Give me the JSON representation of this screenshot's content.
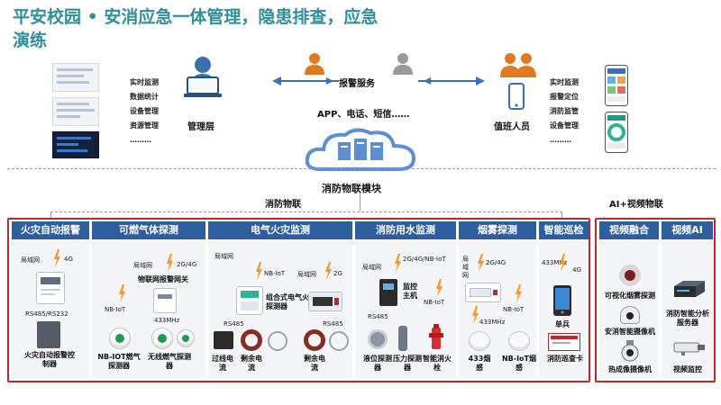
{
  "title": "平安校园 • 安消应急一体管理，隐患排查，应急演练",
  "top": {
    "mgmt_functions": [
      "实时监测",
      "数据统计",
      "设备管理",
      "资源管理",
      "………"
    ],
    "mgmt_label": "管理层",
    "alarm_service": "报警服务",
    "channels": "APP、电话、短信……",
    "duty_functions": [
      "实时监测",
      "报警定位",
      "消防监管",
      "设备管理",
      "………"
    ],
    "duty_label": "值班人员",
    "cloud_label": "消防物联模块"
  },
  "sections": {
    "fire_iot": "消防物联",
    "ai_video": "AI+视频物联"
  },
  "columns": {
    "fire_alarm": {
      "header": "火灾自动报警",
      "lan": "局域网",
      "net": "4G",
      "protocol": "RS485/RS232",
      "device": "火灾自动报警控制器"
    },
    "gas": {
      "header": "可燃气体探测",
      "lan": "局域网",
      "net": "2G/4G",
      "gateway": "物联网报警网关",
      "nbiot_link": "NB-IoT",
      "freq": "433MHz",
      "dev1": "NB-IOT燃气探测器",
      "dev2": "无线燃气探测器"
    },
    "electric": {
      "header": "电气火灾监测",
      "lan1": "局域网",
      "nbiot": "NB-IoT",
      "lan2": "局域网",
      "net2": "2G",
      "combo": "组合式电气火灾探测器",
      "rs485_a": "RS485",
      "rs485_b": "RS485",
      "dev1": "过线电流",
      "dev2": "剩余电流",
      "dev3": "剩余电流"
    },
    "water": {
      "header": "消防用水监测",
      "lan": "局域网",
      "net": "2G/4G/NB-IoT",
      "host": "监控主机",
      "nbiot": "NB-IoT",
      "rs485": "RS485",
      "dev1": "液位探测器",
      "dev2": "压力探测器",
      "dev3": "智能消火栓"
    },
    "smoke": {
      "header": "烟雾探测",
      "lan": "局域网",
      "net": "2G/4G",
      "nbiot": "NB-IoT",
      "freq": "433MHz",
      "dev1": "433烟感",
      "dev2": "NB-IoT烟感"
    },
    "patrol": {
      "header": "智能巡检",
      "freq": "433MHz",
      "net": "4G",
      "dev1": "单兵",
      "dev2": "消防巡查卡"
    },
    "video_fusion": {
      "header": "视频融合",
      "dev1": "可视化烟雾探测",
      "dev2": "安消智能摄像机",
      "dev3": "热成像摄像机"
    },
    "video_ai": {
      "header": "视频AI",
      "dev1": "消防智能分析服务器",
      "dev2": "视频监控"
    }
  },
  "colors": {
    "title": "#2f8f9a",
    "header_bg": "#2f5e9e",
    "frame": "#c0262d",
    "cloud": "#5b8fcf",
    "person_orange": "#e07a1f",
    "person_gray": "#9a9a9a",
    "arrow_blue": "#3c6fb5",
    "bolt": "#f29a2e"
  }
}
